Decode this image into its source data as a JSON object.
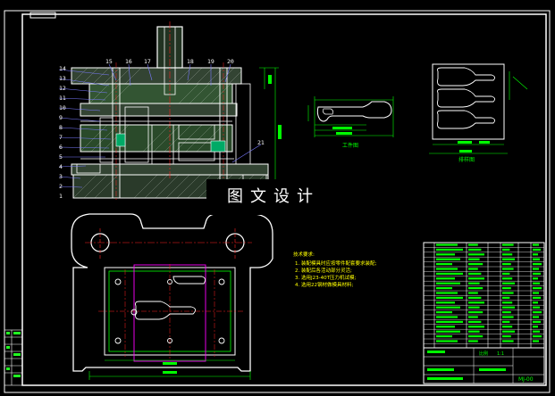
{
  "drawing": {
    "colors": {
      "background": "#000000",
      "frame": "#ffffff",
      "outline": "#ffffff",
      "center_line": "#ff2020",
      "dimension": "#00ff00",
      "leader": "#7a7aff",
      "hatch": "#22ff22",
      "note_text": "#ffff00",
      "highlight": "#ff00ff",
      "hidden": "#00ffff"
    },
    "watermark": "图文设计",
    "section_view": {
      "part_numbers_left": [
        "14",
        "13",
        "12",
        "11",
        "10",
        "9",
        "8",
        "7",
        "6",
        "5",
        "4",
        "3",
        "2",
        "1"
      ],
      "part_numbers_top": [
        "15",
        "16",
        "17",
        "18",
        "19",
        "20"
      ],
      "part_number_right": "21"
    },
    "workpiece_label": "工件图",
    "strip_label": "排样图",
    "notes": {
      "title": "技术要求:",
      "lines": [
        "1. 装配模具时应按零件配套要求装配;",
        "2. 装配后各活动部分灵活;",
        "3. 选用J23-40T压力机试模;",
        "4. 选用22钢材做模具材料;"
      ]
    },
    "title_block": {
      "scale_label": "比例",
      "scale": "1:1",
      "drawing_number": "MJ-00"
    }
  }
}
